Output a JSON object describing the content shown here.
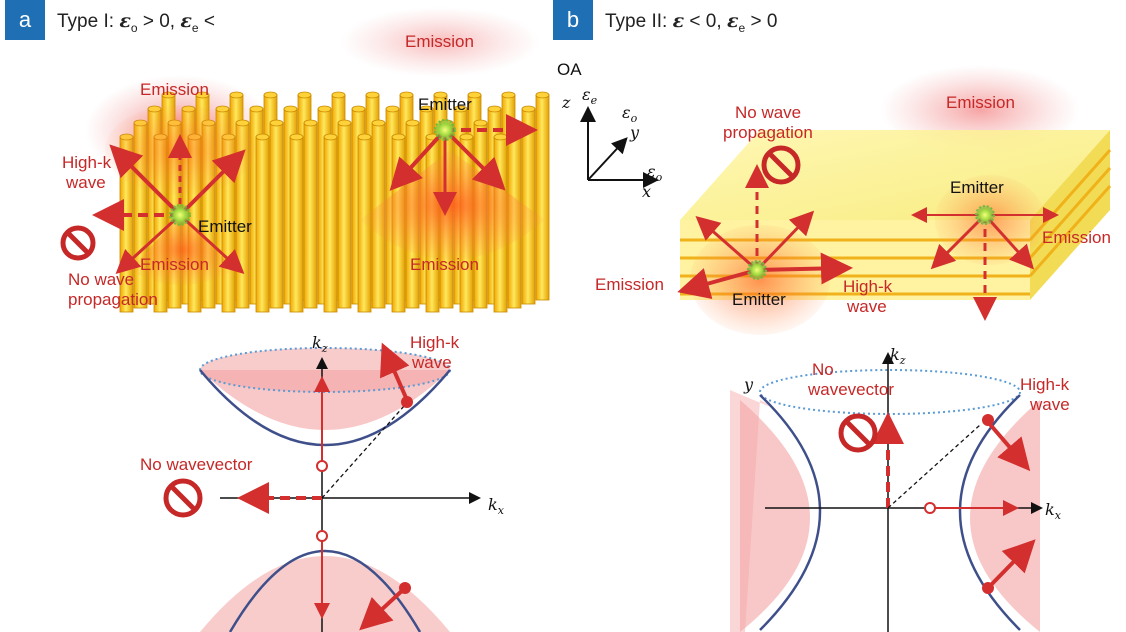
{
  "panel_a": {
    "tag": "a",
    "title_prefix": "Type I: ",
    "title_eo": "ε",
    "title_eo_sub": "o",
    "title_mid": " > 0, ",
    "title_ee": "ε",
    "title_ee_sub": "e",
    "title_suffix": " <",
    "labels": {
      "emission_top": "Emission",
      "emission_left": "Emission",
      "emitter_right": "Emitter",
      "high_k_wave_line1": "High-k",
      "high_k_wave_line2": "wave",
      "emitter_left": "Emitter",
      "emission_bottom_left": "Emission",
      "emission_bottom_right": "Emission",
      "no_wave_line1": "No wave",
      "no_wave_line2": "propagation"
    },
    "dispersion": {
      "kz": "k",
      "kz_sub": "z",
      "kx": "k",
      "kx_sub": "x",
      "high_k_line1": "High-k",
      "high_k_line2": "wave",
      "no_wavevector": "No wavevector"
    }
  },
  "panel_b": {
    "tag": "b",
    "title_prefix": "Type II: ",
    "title_eo": "ε",
    "title_mid": " < 0, ",
    "title_ee": "ε",
    "title_ee_sub": "e",
    "title_suffix": " > 0",
    "labels": {
      "oa": "OA",
      "axis_z": "z",
      "axis_y": "y",
      "axis_x": "x",
      "axis_ee": "ε",
      "axis_ee_sub": "e",
      "axis_eo_upper": "ε",
      "axis_eo_upper_sub": "o",
      "axis_eo_lower": "ε",
      "axis_eo_lower_sub": "o",
      "emission_top_right": "Emission",
      "no_wave_line1": "No wave",
      "no_wave_line2": "propagation",
      "emitter_right": "Emitter",
      "emission_right": "Emission",
      "emission_left": "Emission",
      "emitter_left": "Emitter",
      "high_k_wave_line1": "High-k",
      "high_k_wave_line2": "wave"
    },
    "dispersion": {
      "kz": "k",
      "kz_sub": "z",
      "kx": "k",
      "kx_sub": "x",
      "y_label": "y",
      "no_line1": "No",
      "no_line2": "wavevector",
      "high_k_line1": "High-k",
      "high_k_line2": "wave"
    }
  },
  "colors": {
    "panel_tag": "#1f6fb5",
    "label_red": "#c62828",
    "arrow_red": "#d32f2f",
    "rod_yellow": "#f6c21b",
    "emission_pink": "#f4a3a3",
    "curve_blue": "#3f4f8a"
  }
}
